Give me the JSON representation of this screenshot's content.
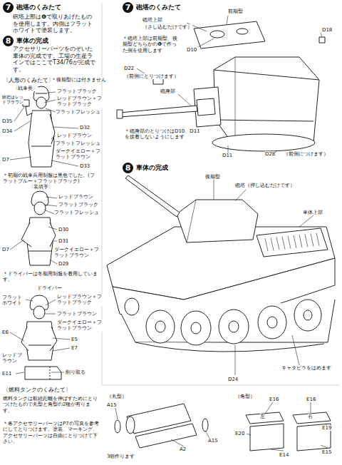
{
  "diagram": {
    "nodes": [
      {
        "text": [
          "7",
          "砲塔のくみたて"
        ]
      },
      {
        "text": [
          "8",
          "車体の完成"
        ]
      },
      {
        "text": [
          "7",
          "砲塔のくみたて"
        ]
      },
      {
        "text": [
          "8",
          "車体の完成"
        ]
      }
    ],
    "labels": [
      "砲塔上部は❻で取りあげたものを使用します。内側はフラットホワイトで塗装します。",
      "アクセサリーパーツをのぞいた車体の完成です。工場の生産ラインではここでT34/76が完成です。",
      "〈人形のくみたて〉",
      "＊後期型には付きません",
      "〈戦車長〉",
      "フラットブラック",
      "レッドブラウン＋フラットブラック",
      "フラットフレッシュ",
      "銃把はレッドブラウン",
      "D35",
      "D34",
      "D32",
      "レッドブラウン",
      "フラットフレッシュ",
      "D7",
      "ダークイエロー＋フラットブラウン",
      "D33",
      "＊初期の戦車兵用制服は黒色でした。(フラットブルー＋フラットブラック)",
      "〈装填手〉",
      "レッドブラウン",
      "フラットブラック",
      "フラットフレッシュ",
      "D30",
      "D31",
      "ダークイエロー＋フラットブラウン",
      "D7",
      "D29",
      "＊ドライバーは冬期用制服を着用しています。",
      "ドライバー",
      "フラットホワイト",
      "レッドブラウン＋フラットブラック",
      "フラットブラウン",
      "ダークイエロー＋フラットブラウン",
      "E6",
      "E5",
      "E7",
      "レッドブラウン",
      "E11",
      "削り取る",
      "〈燃料タンクのくみたて〉",
      "燃料タンクは航続距離を伸ばすためにとりつけたもので丸型と角型の2種が有ります。",
      "＊各アクセサリーパーツはP7の写真を参考にしてとりつけます。塗装、マーキング、アクセサリーパーツは自由にとりつけて下さい。",
      "砲塔上部",
      "（さし込むだけです）",
      "前期型",
      "D10",
      "D18",
      "＊砲塔上部は前期型、後期型どちらかの❻で作った側を使用します",
      "D22",
      "（前側にとりつけます）",
      "砲身部",
      "＊砲身部のとりつけはD10、D11を接着しないようにします",
      "D11",
      "D28",
      "（前側につけます）",
      "後期型",
      "砲塔（押し込むだけです）",
      "車体上部",
      "キャタピラをはめます",
      "D24",
      "（丸型）",
      "A15",
      "A2",
      "A15",
      "3個作ります",
      "（角型）",
      "E16",
      "E16",
      "E19",
      "E20",
      "E14",
      "E15",
      "左",
      "右"
    ]
  }
}
